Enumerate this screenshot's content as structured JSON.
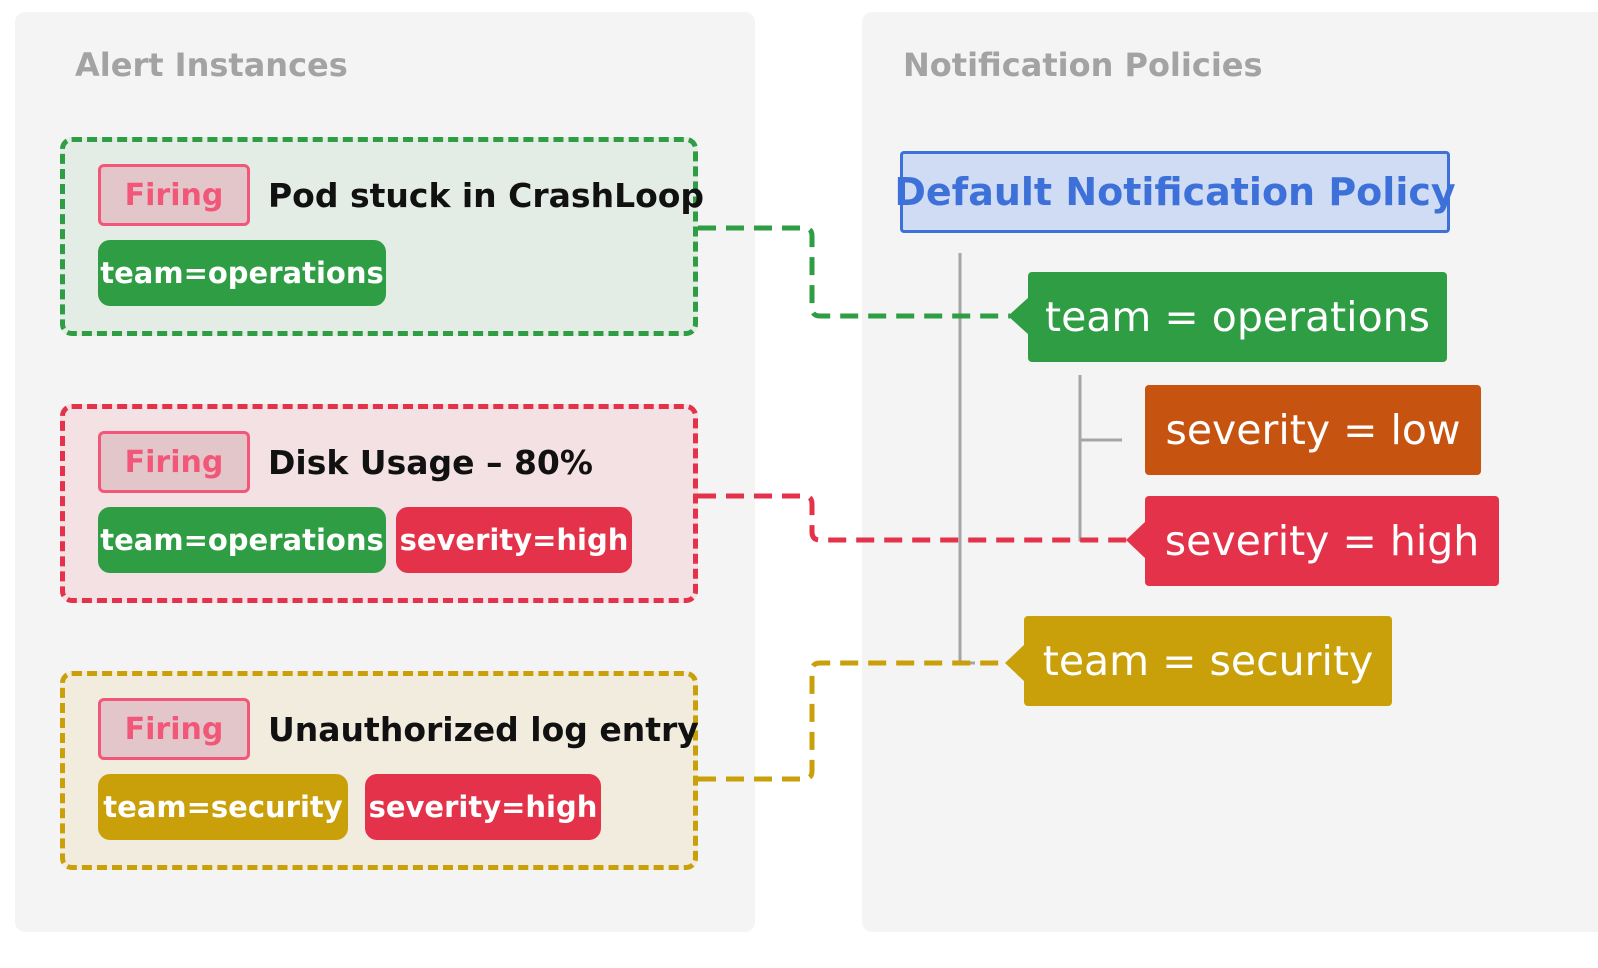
{
  "left_panel": {
    "title": "Alert Instances"
  },
  "right_panel": {
    "title": "Notification Policies"
  },
  "colors": {
    "green": "#2e9d43",
    "red": "#e3324a",
    "gold": "#c9a00a",
    "orange": "#c6530f",
    "blue": "#3d71d9",
    "firing": "#f25779"
  },
  "alerts": [
    {
      "status": "Firing",
      "title": "Pod stuck in CrashLoop",
      "labels": [
        "team=operations"
      ],
      "color": "green"
    },
    {
      "status": "Firing",
      "title": "Disk Usage – 80%",
      "labels": [
        "team=operations",
        "severity=high"
      ],
      "color": "red"
    },
    {
      "status": "Firing",
      "title": "Unauthorized log entry",
      "labels": [
        "team=security",
        "severity=high"
      ],
      "color": "gold"
    }
  ],
  "policies": {
    "root": "Default Notification Policy",
    "team_operations": "team = operations",
    "severity_low": "severity = low",
    "severity_high": "severity = high",
    "team_security": "team = security"
  }
}
